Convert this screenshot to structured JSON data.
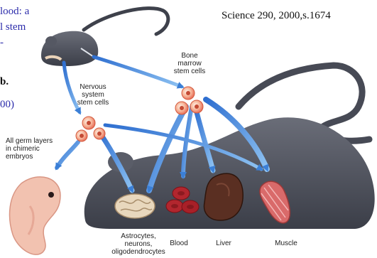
{
  "citation": "Science 290, 2000,s.1674",
  "side_text": {
    "line1": "lood: a",
    "line2": "l stem",
    "line3": "-",
    "line4": "b.",
    "line5": "00)"
  },
  "labels": {
    "bone_marrow": [
      "Bone",
      "marrow",
      "stem cells"
    ],
    "nervous_system": [
      "Nervous",
      "system",
      "stem cells"
    ],
    "germ_layers": [
      "All germ layers",
      "in chimeric",
      "embryos"
    ],
    "astrocytes": [
      "Astrocytes,",
      "neurons,",
      "oligodendrocytes"
    ],
    "blood": "Blood",
    "liver": "Liver",
    "muscle": "Muscle"
  },
  "colors": {
    "side_text": "#2b2baa",
    "mouse_body": "#4a4d58",
    "arrow": "#3b7fd6",
    "cell": "#f08a6a"
  }
}
